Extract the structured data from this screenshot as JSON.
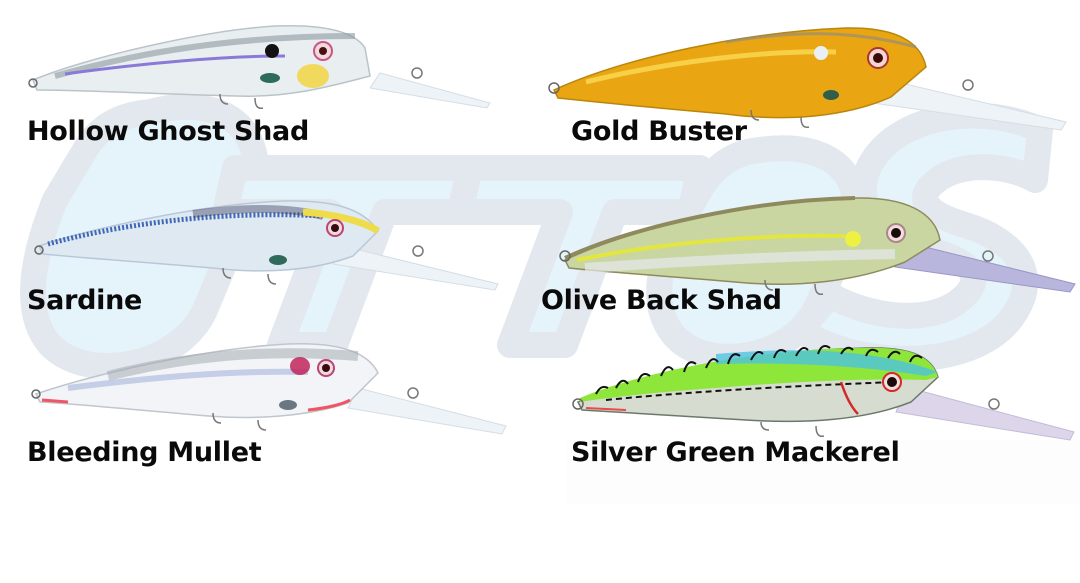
{
  "watermark": {
    "text": "OTTOS",
    "outline_color": "#e3e8ef",
    "fill_color": "#e5f3fa"
  },
  "products": [
    {
      "name": "Hollow Ghost Shad",
      "colors": {
        "body": "#e9eef1",
        "back": "#8c9aa0",
        "stripe": "#8a79d6",
        "accent": "#f2d33a",
        "lip": "#e6eef4"
      }
    },
    {
      "name": "Gold Buster",
      "colors": {
        "body": "#e9a512",
        "back": "#b8860b",
        "stripe": "#f7d048",
        "accent": "#2f5f4a",
        "lip": "#e6eef4"
      }
    },
    {
      "name": "Sardine",
      "colors": {
        "body": "#dfe9f2",
        "back": "#5d7fb0",
        "stripe": "#3f67b8",
        "accent": "#eedc4a",
        "lip": "#e8edf2"
      }
    },
    {
      "name": "Olive Back Shad",
      "colors": {
        "body": "#c9d6a2",
        "back": "#8f8a5e",
        "stripe": "#e4e640",
        "accent": "#eef042",
        "lip": "#b9b6dd"
      }
    },
    {
      "name": "Bleeding Mullet",
      "colors": {
        "body": "#f3f4f7",
        "back": "#9da6ae",
        "stripe": "#b8c4e2",
        "accent": "#c0245a",
        "lip": "#e8edf2"
      }
    },
    {
      "name": "Silver Green Mackerel",
      "colors": {
        "body": "#d6dccf",
        "back": "#4fc3e0",
        "stripe": "#8ee63a",
        "accent": "#d22a2a",
        "lip": "#ddd6ea"
      }
    }
  ]
}
